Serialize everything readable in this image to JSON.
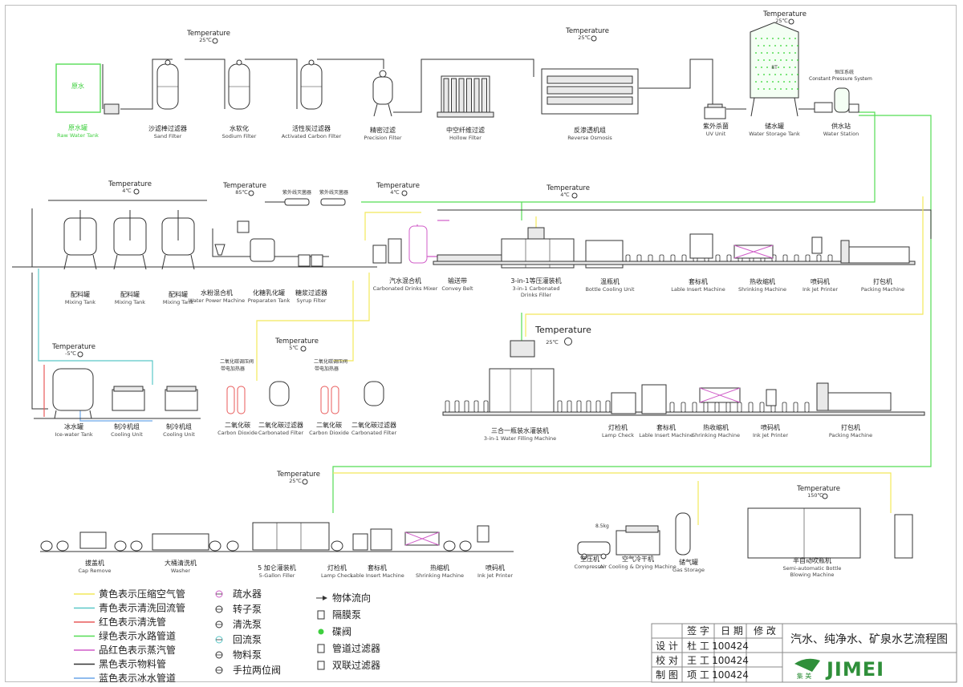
{
  "row1": [
    {
      "id": "raw",
      "cn": "原水罐",
      "en": "Raw Water Tank",
      "inner": "原水",
      "green": true
    },
    {
      "id": "sand",
      "cn": "沙滤棒过滤器",
      "en": "Sand Filter"
    },
    {
      "id": "soft",
      "cn": "水软化",
      "en": "Sodium Filter"
    },
    {
      "id": "carbon",
      "cn": "活性炭过滤器",
      "en": "Activated Carbon Filter"
    },
    {
      "id": "prec",
      "cn": "精密过滤",
      "en": "Precision Filter"
    },
    {
      "id": "hollow",
      "cn": "中空纤维过滤",
      "en": "Hollow Filter"
    },
    {
      "id": "ro",
      "cn": "反渗透机组",
      "en": "Reverse Osmosis"
    },
    {
      "id": "uv",
      "cn": "紫外杀菌",
      "en": "UV Unit"
    },
    {
      "id": "store",
      "cn": "储水罐",
      "en": "Water Storage Tank",
      "inner": "8T"
    },
    {
      "id": "station",
      "cn": "供水站",
      "en": "Water Station"
    }
  ],
  "row2": [
    {
      "id": "mix1",
      "cn": "配料罐",
      "en": "Mixing Tank"
    },
    {
      "id": "mix2",
      "cn": "配料罐",
      "en": "Mixing Tank"
    },
    {
      "id": "mix3",
      "cn": "配料罐",
      "en": "Mixing Tank"
    },
    {
      "id": "wpm",
      "cn": "水粉混合机",
      "en": "Water Power Machine"
    },
    {
      "id": "prep",
      "cn": "化糖乳化罐",
      "en": "Preparaten Tank"
    },
    {
      "id": "syrup",
      "cn": "糖浆过滤器",
      "en": "Syrup Filter"
    },
    {
      "id": "cdm",
      "cn": "汽水混合机",
      "en": "Carbonated Drinks Mixer"
    },
    {
      "id": "conv",
      "cn": "输送带",
      "en": "Convey Belt"
    },
    {
      "id": "fill3",
      "cn": "3-in-1等压灌装机",
      "en": "3-in-1 Carbonated Drinks Filler"
    },
    {
      "id": "cool",
      "cn": "温瓶机",
      "en": "Bottle Cooling Unit"
    },
    {
      "id": "label1",
      "cn": "套标机",
      "en": "Lable Insert Machine"
    },
    {
      "id": "shrink1",
      "cn": "热收缩机",
      "en": "Shrinking Machine"
    },
    {
      "id": "ink1",
      "cn": "喷码机",
      "en": "Ink Jet Printer"
    },
    {
      "id": "pack1",
      "cn": "打包机",
      "en": "Packing Machine"
    }
  ],
  "row3": [
    {
      "id": "ice",
      "cn": "冰水罐",
      "en": "Ice-water Tank"
    },
    {
      "id": "cu1",
      "cn": "制冷机组",
      "en": "Cooling Unit"
    },
    {
      "id": "cu2",
      "cn": "制冷机组",
      "en": "Cooling Unit"
    },
    {
      "id": "co2a",
      "cn": "二氧化碳",
      "en": "Carbon Dioxide"
    },
    {
      "id": "co2fa",
      "cn": "二氧化碳过滤器",
      "en": "Carbonated Filter"
    },
    {
      "id": "co2b",
      "cn": "二氧化碳",
      "en": "Carbon Dioxide"
    },
    {
      "id": "co2fb",
      "cn": "二氧化碳过滤器",
      "en": "Carbonated Filter"
    },
    {
      "id": "wfill",
      "cn": "三合一瓶装水灌装机",
      "en": "3-in-1 Water Filling Machine"
    },
    {
      "id": "lamp2",
      "cn": "灯检机",
      "en": "Lamp Check"
    },
    {
      "id": "label2",
      "cn": "套标机",
      "en": "Lable Insert Machine"
    },
    {
      "id": "shrink2",
      "cn": "热收缩机",
      "en": "Shrinking Machine"
    },
    {
      "id": "ink2",
      "cn": "喷码机",
      "en": "Ink Jet Printer"
    },
    {
      "id": "pack2",
      "cn": "打包机",
      "en": "Packing Machine"
    }
  ],
  "row3_extra": {
    "heater_a": {
      "line1": "二氧化碳调压阀",
      "line2": "带电加热器"
    },
    "heater_b": {
      "line1": "二氧化碳调压阀",
      "line2": "带电加热器"
    }
  },
  "row4": [
    {
      "id": "cap",
      "cn": "拔盖机",
      "en": "Cap Remove"
    },
    {
      "id": "wash",
      "cn": "大桶清洗机",
      "en": "Washer"
    },
    {
      "id": "gal",
      "cn": "5 加仑灌装机",
      "en": "5-Gallon Filler"
    },
    {
      "id": "lamp3",
      "cn": "灯检机",
      "en": "Lamp Check"
    },
    {
      "id": "label3",
      "cn": "套标机",
      "en": "Lable Insert Machine"
    },
    {
      "id": "shrink3",
      "cn": "热缩机",
      "en": "Shrinking Machine"
    },
    {
      "id": "ink3",
      "cn": "喷码机",
      "en": "Ink Jet Printer"
    },
    {
      "id": "comp",
      "cn": "空压机",
      "en": "Compressor"
    },
    {
      "id": "aircd",
      "cn": "空气冷干机",
      "en": "Air Cooling & Drying Machine"
    },
    {
      "id": "gas",
      "cn": "储气罐",
      "en": "Gas Storage"
    },
    {
      "id": "blow",
      "cn": "半自动吹瓶机",
      "en": "Semi-automatic Bottle Blowing Machine"
    }
  ],
  "row4_extra": {
    "kg": "8.5kg"
  },
  "temps": {
    "word": "Temperature",
    "t1": "25℃",
    "t2": "25℃",
    "t3": "25℃",
    "t4": "4℃",
    "t5": "85℃",
    "t6": "4℃",
    "t7": "4℃",
    "t8": "25℃",
    "t9": "-5℃",
    "t10": "5℃",
    "t11": "25℃",
    "t12": "150℃"
  },
  "uv_tubes": {
    "a": "紫外线灭菌器",
    "b": "紫外线灭菌器"
  },
  "const_pressure": {
    "cn": "恒压系统",
    "en": "Constant Pressure System"
  },
  "legend_lines": [
    {
      "text": "黄色表示压缩空气管",
      "color": "#f2e85a"
    },
    {
      "text": "青色表示清洗回流管",
      "color": "#5bc8c8"
    },
    {
      "text": "红色表示清洗管",
      "color": "#e85a5a"
    },
    {
      "text": "绿色表示水路管道",
      "color": "#55dd55"
    },
    {
      "text": "品红色表示蒸汽管",
      "color": "#d05cc8"
    },
    {
      "text": "黑色表示物料管",
      "color": "#333333"
    },
    {
      "text": "蓝色表示冰水管道",
      "color": "#6aa6e8"
    }
  ],
  "legend_symbols": [
    {
      "text": "疏水器",
      "icon": "trap-icon"
    },
    {
      "text": "转子泵",
      "icon": "rotor-pump-icon"
    },
    {
      "text": "清洗泵",
      "icon": "cleaning-pump-icon"
    },
    {
      "text": "回流泵",
      "icon": "return-pump-icon"
    },
    {
      "text": "物料泵",
      "icon": "material-pump-icon"
    },
    {
      "text": "手拉两位阀",
      "icon": "hand-valve-icon"
    }
  ],
  "legend_symbols2": [
    {
      "text": "物体流向",
      "icon": "flow-arrow-icon"
    },
    {
      "text": "隔膜泵",
      "icon": "diaphragm-pump-icon"
    },
    {
      "text": "碟阀",
      "icon": "butterfly-valve-icon"
    },
    {
      "text": "管道过滤器",
      "icon": "pipe-filter-icon"
    },
    {
      "text": "双联过滤器",
      "icon": "duplex-filter-icon"
    }
  ],
  "title_block": {
    "headers": [
      "签 字",
      "日 期",
      "修 改"
    ],
    "rows": [
      {
        "role": "设 计",
        "name": "杜 工",
        "date": "100424"
      },
      {
        "role": "校 对",
        "name": "王 工",
        "date": "100424"
      },
      {
        "role": "制 图",
        "name": "项 工",
        "date": "100424"
      }
    ],
    "title": "汽水、纯净水、矿泉水艺流程图",
    "logo": "JIMEI",
    "logo_sub": "集 美"
  }
}
